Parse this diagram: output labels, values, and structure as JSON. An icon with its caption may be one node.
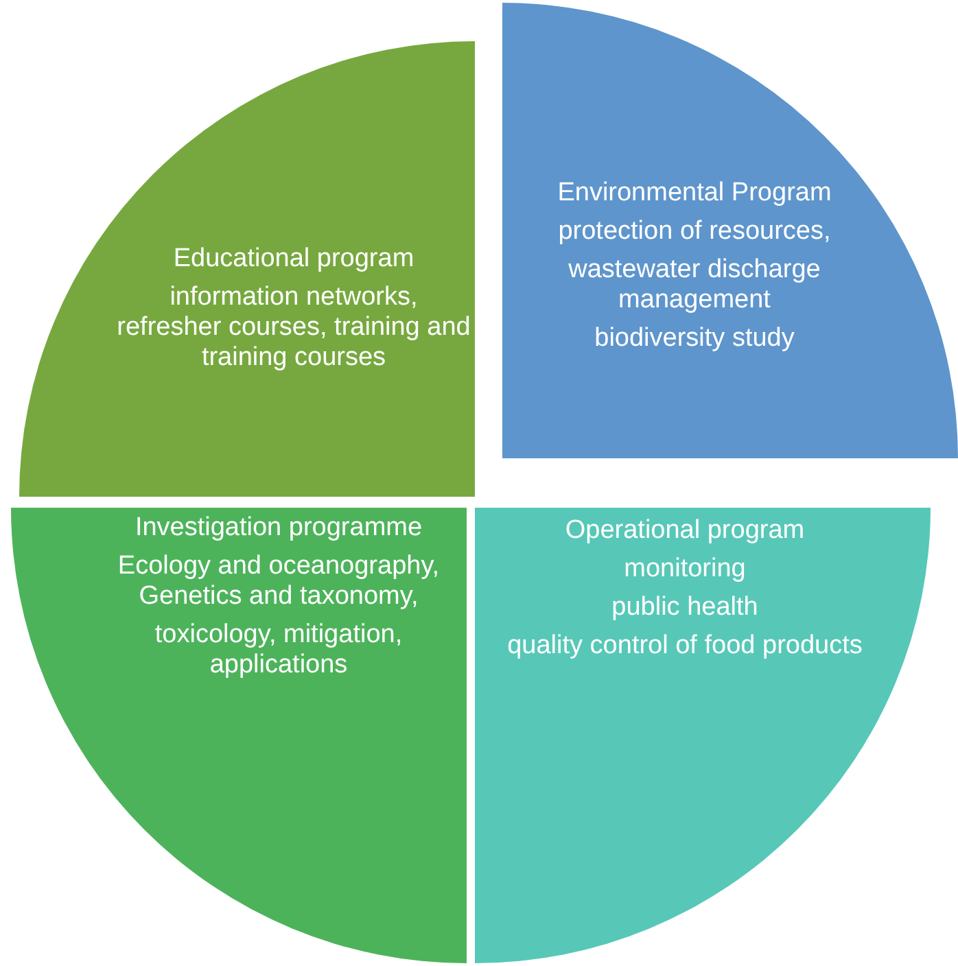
{
  "diagram": {
    "nodes": [
      {
        "text": [
          "Educational program",
          "information networks, refresher courses, training and training courses"
        ]
      },
      {
        "text": [
          "Environmental Program",
          "protection of resources,",
          "wastewater discharge management",
          "biodiversity study"
        ]
      },
      {
        "text": [
          "Investigation programme",
          "Ecology and oceanography, Genetics and taxonomy,",
          "toxicology, mitigation, applications"
        ]
      },
      {
        "text": [
          "Operational program",
          "monitoring",
          "public health",
          "quality control of food products"
        ]
      }
    ],
    "edges": []
  }
}
